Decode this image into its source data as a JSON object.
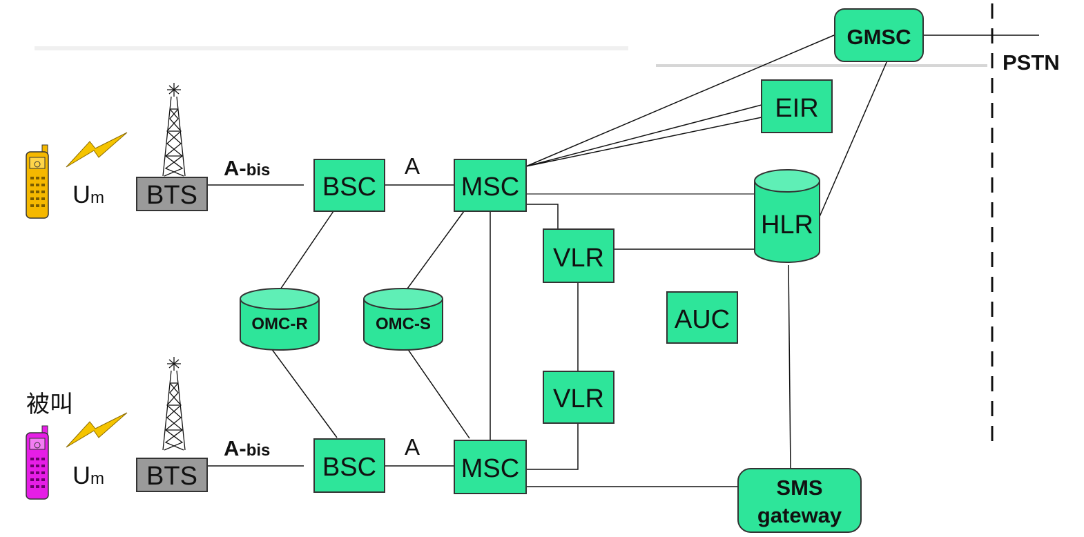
{
  "nodes": {
    "gmsc": "GMSC",
    "eir": "EIR",
    "hlr": "HLR",
    "auc": "AUC",
    "msc_top": "MSC",
    "msc_bottom": "MSC",
    "bsc_top": "BSC",
    "bsc_bottom": "BSC",
    "vlr_top": "VLR",
    "vlr_bottom": "VLR",
    "omc_r": "OMC-R",
    "omc_s": "OMC-S",
    "bts_top": "BTS",
    "bts_bottom": "BTS",
    "sms_line1": "SMS",
    "sms_line2": "gateway"
  },
  "labels": {
    "pstn": "PSTN",
    "abis_top_a": "A-",
    "abis_top_b": "bis",
    "abis_bottom_a": "A-",
    "abis_bottom_b": "bis",
    "a_top": "A",
    "a_bottom": "A",
    "um_top_u": "U",
    "um_top_m": "m",
    "um_bottom_u": "U",
    "um_bottom_m": "m",
    "called": "被叫"
  },
  "colors": {
    "node_fill": "#2ee59a",
    "phone_top": "#f5b800",
    "phone_bottom": "#e61ee6",
    "lightning": "#f5c400"
  }
}
